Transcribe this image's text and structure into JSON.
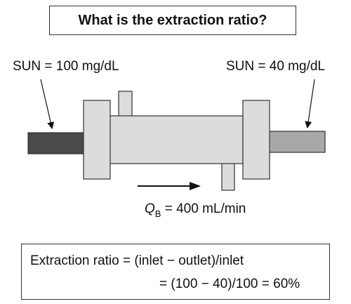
{
  "title": "What is the extraction ratio?",
  "inlet_label": "SUN = 100 mg/dL",
  "outlet_label": "SUN = 40 mg/dL",
  "flow": {
    "q": "Q",
    "subscript": "B",
    "value": " = 400 mL/min"
  },
  "formula": {
    "line1": "Extraction ratio = (inlet − outlet)/inlet",
    "line2": "= (100 − 40)/100 = 60%"
  },
  "colors": {
    "inlet_tube": "#4a4a4a",
    "outlet_tube": "#a8a8a8",
    "dialyzer_body": "#dcdcdc",
    "outline": "#333333"
  }
}
